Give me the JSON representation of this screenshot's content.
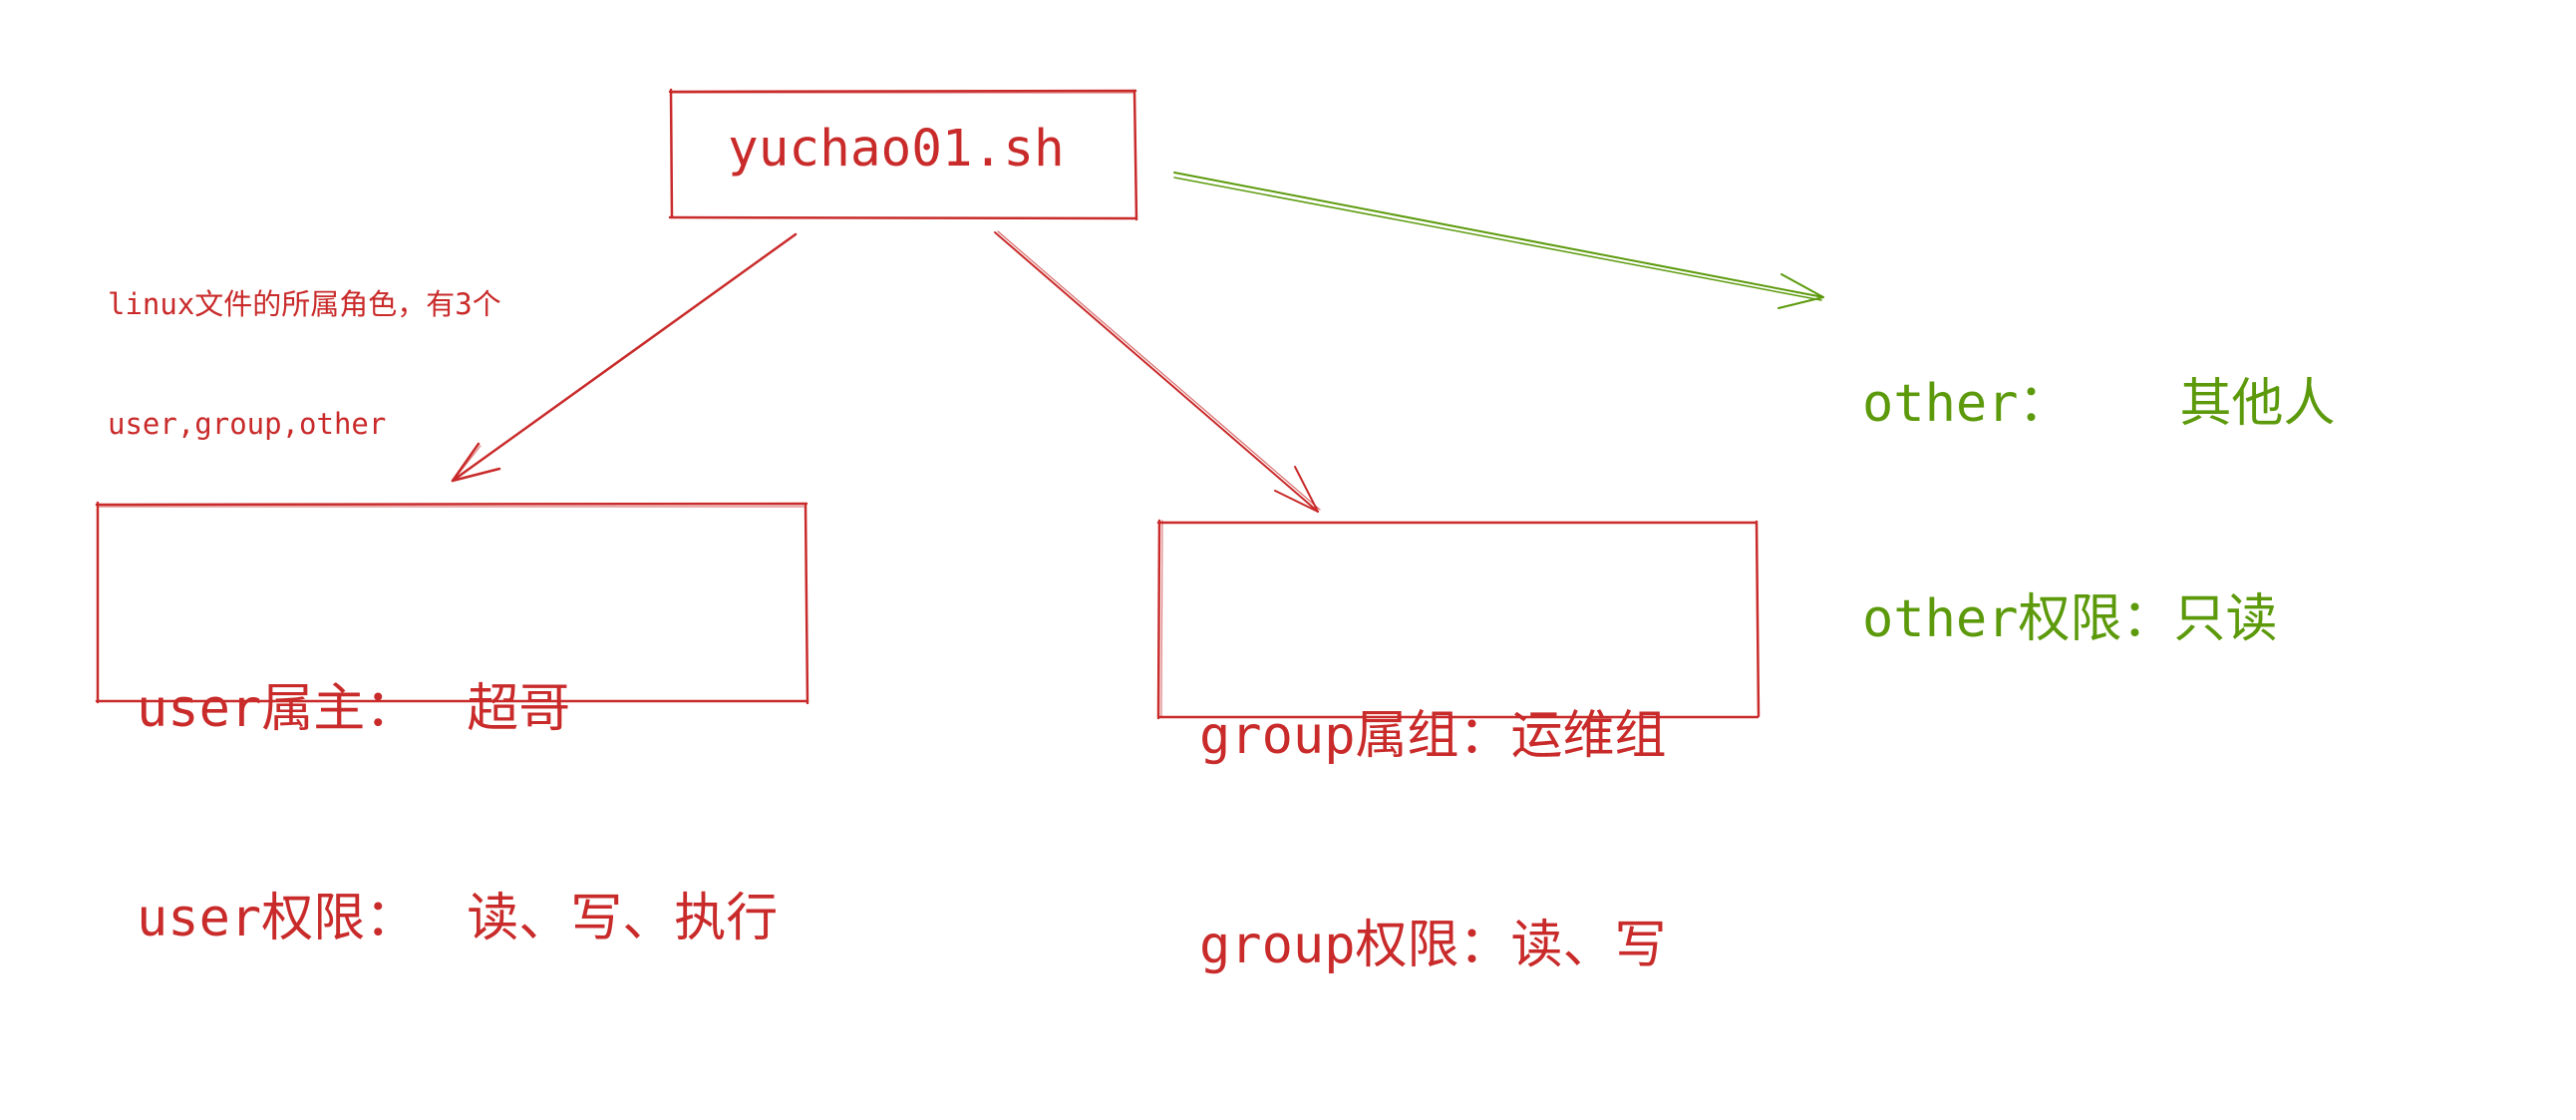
{
  "diagram": {
    "note": {
      "line1": "linux文件的所属角色，有3个",
      "line2": "user,group,other"
    },
    "file": {
      "name": "yuchao01.sh"
    },
    "user_box": {
      "owner_label": "user属主：",
      "owner_value": "超哥",
      "perm_label": "user权限：",
      "perm_value": "读、写、执行"
    },
    "group_box": {
      "group_label": "group属组：",
      "group_value": "运维组",
      "perm_label": "group权限：",
      "perm_value": "读、写"
    },
    "other": {
      "label": "other：",
      "value": "其他人",
      "perm_label": "other权限：",
      "perm_value": "只读"
    },
    "colors": {
      "red": "#c92a2a",
      "green": "#5c9a0c",
      "background": "#ffffff"
    },
    "arrows": [
      {
        "from": "file",
        "to": "user_box",
        "color": "#c92a2a"
      },
      {
        "from": "file",
        "to": "group_box",
        "color": "#c92a2a"
      },
      {
        "from": "file",
        "to": "other",
        "color": "#5c9a0c"
      }
    ]
  }
}
